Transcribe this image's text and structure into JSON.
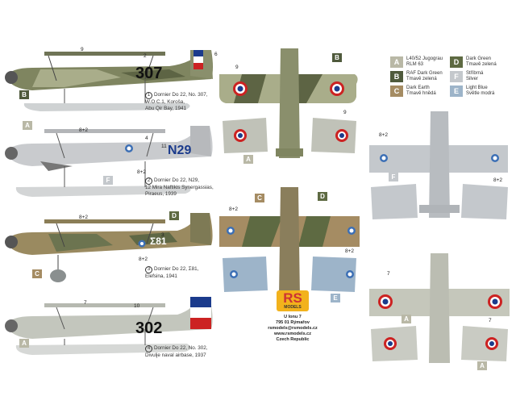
{
  "profiles": [
    {
      "caption_num": "1",
      "caption": [
        "Dornier Do 22, No. 307,",
        "W.O.C.1, Koroša,",
        "Abu Qir Bay, 1941"
      ],
      "code": "307",
      "marker_a": "A",
      "marker_b": "B",
      "callouts": [
        "9",
        "2",
        "6"
      ]
    },
    {
      "caption_num": "2",
      "caption": [
        "Dornier Do 22, N29,",
        "12 Mira Naftikis Synergassias,",
        "Piraeus, 1939"
      ],
      "code": "N29",
      "marker_f": "F",
      "callouts": [
        "8+2",
        "4",
        "11",
        "8+2"
      ]
    },
    {
      "caption_num": "3",
      "caption": [
        "Dornier Do 22, Σ81,",
        "Elefsina, 1941"
      ],
      "code": "Σ81",
      "marker_c": "C",
      "marker_d": "D",
      "callouts": [
        "8+2",
        "3",
        "8+2"
      ]
    },
    {
      "caption_num": "4",
      "caption": [
        "Dornier Do 22, No. 302,",
        "Divulje naval airbase, 1937"
      ],
      "code": "302",
      "marker_a": "A",
      "callouts": [
        "7",
        "10"
      ]
    }
  ],
  "plan_views": {
    "p1_labels": [
      "B",
      "A",
      "9",
      "9"
    ],
    "p2_labels": [
      "F",
      "8+2",
      "8+2"
    ],
    "p3_labels": [
      "C",
      "D",
      "E",
      "8+2",
      "8+2"
    ],
    "p4_labels": [
      "A",
      "A",
      "7",
      "7"
    ]
  },
  "legend": [
    {
      "letter": "A",
      "text": [
        "L40/52 Jugograu",
        "RLM 63"
      ],
      "color": "#b9b8a6"
    },
    {
      "letter": "B",
      "text": [
        "RAF Dark Green",
        "Tmavě zelená"
      ],
      "color": "#4f5a3c"
    },
    {
      "letter": "C",
      "text": [
        "Dark Earth",
        "Tmavě hnědá"
      ],
      "color": "#a58c63"
    },
    {
      "letter": "D",
      "text": [
        "Dark Green",
        "Tmavě zelená"
      ],
      "color": "#5e6a42"
    },
    {
      "letter": "F",
      "text": [
        "Stříbrná",
        "Silver"
      ],
      "color": "#c4c8cc"
    },
    {
      "letter": "E",
      "text": [
        "Light Blue",
        "Světle modrá"
      ],
      "color": "#9db4c9"
    }
  ],
  "brand": {
    "logo": "RS",
    "sub": "MODELS"
  },
  "address": [
    "U Ionu 7",
    "795 01 Rýmařov",
    "rsmodels@rsmodels.cz",
    "www.rsmodels.cz",
    "Czech Republic"
  ]
}
